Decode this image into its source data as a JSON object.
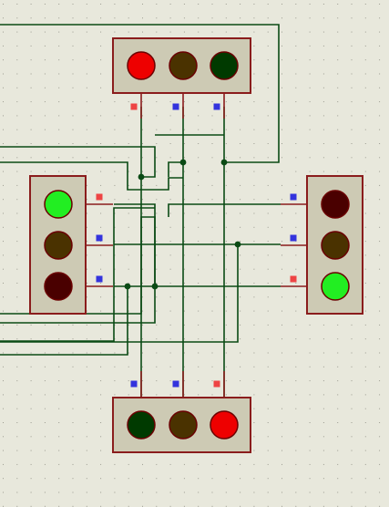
{
  "colors": {
    "background": "#e8e8dc",
    "grid_dot": "#9a9a90",
    "wire": "#0a4a14",
    "junction": "#0a4a14",
    "component_fill": "#cdcab4",
    "component_border": "#8a1c1c",
    "pin_line": "#8a1c1c",
    "pin_high": "#ee4444",
    "pin_low": "#3333dd",
    "lamp_border": "#6a0000",
    "red_on": "#ee0000",
    "red_off": "#4a0000",
    "amber_off": "#4a3200",
    "green_on": "#22ee22",
    "green_off": "#003a00"
  },
  "components": [
    {
      "id": "traffic-light-north",
      "orientation": "horizontal",
      "lamps": [
        {
          "color": "red",
          "state": "on"
        },
        {
          "color": "amber",
          "state": "off"
        },
        {
          "color": "green",
          "state": "off"
        }
      ],
      "pins": [
        {
          "state": "high",
          "side": "left"
        },
        {
          "state": "low",
          "side": "left"
        },
        {
          "state": "low",
          "side": "left"
        }
      ]
    },
    {
      "id": "traffic-light-west",
      "orientation": "vertical",
      "lamps": [
        {
          "color": "green",
          "state": "on"
        },
        {
          "color": "amber",
          "state": "off"
        },
        {
          "color": "red",
          "state": "off"
        }
      ],
      "pins": [
        {
          "state": "high",
          "side": "right"
        },
        {
          "state": "low",
          "side": "right"
        },
        {
          "state": "low",
          "side": "right"
        }
      ]
    },
    {
      "id": "traffic-light-east",
      "orientation": "vertical",
      "lamps": [
        {
          "color": "red",
          "state": "off"
        },
        {
          "color": "amber",
          "state": "off"
        },
        {
          "color": "green",
          "state": "on"
        }
      ],
      "pins": [
        {
          "state": "low",
          "side": "left"
        },
        {
          "state": "low",
          "side": "left"
        },
        {
          "state": "high",
          "side": "left"
        }
      ]
    },
    {
      "id": "traffic-light-south",
      "orientation": "horizontal",
      "lamps": [
        {
          "color": "green",
          "state": "off"
        },
        {
          "color": "amber",
          "state": "off"
        },
        {
          "color": "red",
          "state": "on"
        }
      ],
      "pins": [
        {
          "state": "low",
          "side": "left"
        },
        {
          "state": "low",
          "side": "left"
        },
        {
          "state": "high",
          "side": "left"
        }
      ]
    }
  ]
}
